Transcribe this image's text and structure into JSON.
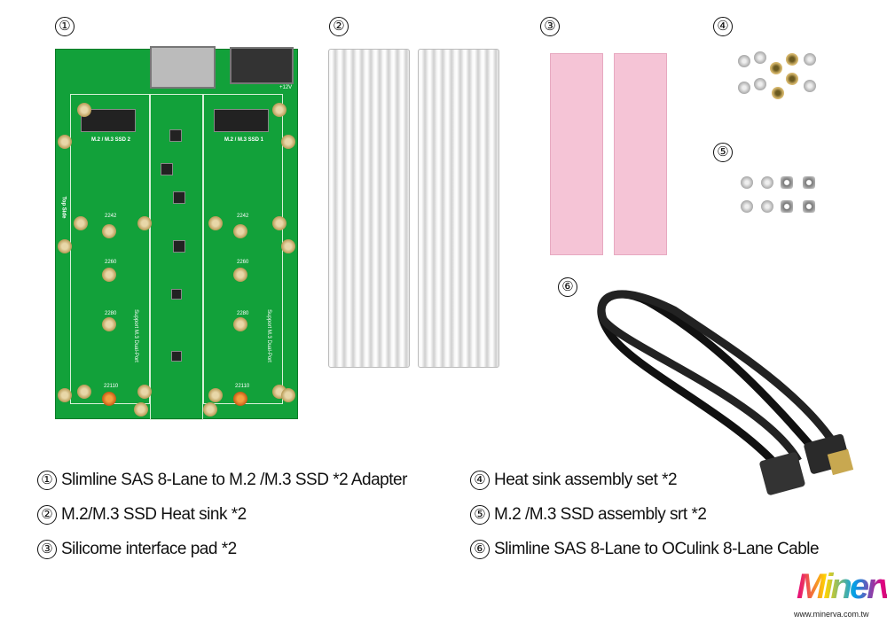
{
  "markers": [
    "①",
    "②",
    "③",
    "④",
    "⑤",
    "⑥"
  ],
  "board": {
    "side_label": "Top Side",
    "slot_labels": [
      "M.2 / M.3 SSD 2",
      "M.2 / M.3 SSD 1"
    ],
    "lengths": [
      "2242",
      "2260",
      "2280",
      "22110"
    ],
    "support_label": "Support M.3 Dual-Port",
    "power_label": "+12V"
  },
  "captions": [
    {
      "num": "①",
      "text": "Slimline SAS 8-Lane to M.2 /M.3 SSD *2 Adapter"
    },
    {
      "num": "②",
      "text": "M.2/M.3 SSD Heat sink *2"
    },
    {
      "num": "③",
      "text": "Silicome interface pad *2"
    },
    {
      "num": "④",
      "text": "Heat sink assembly set *2"
    },
    {
      "num": "⑤",
      "text": "M.2 /M.3 SSD assembly srt *2"
    },
    {
      "num": "⑥",
      "text": "Slimline SAS 8-Lane to OCulink 8-Lane Cable"
    }
  ],
  "brand": {
    "logo": "Minerva",
    "url": "www.minerva.com.tw"
  },
  "colors": {
    "pcb": "#12a13a",
    "pad": "#f5c4d6",
    "cable": "#111111"
  }
}
